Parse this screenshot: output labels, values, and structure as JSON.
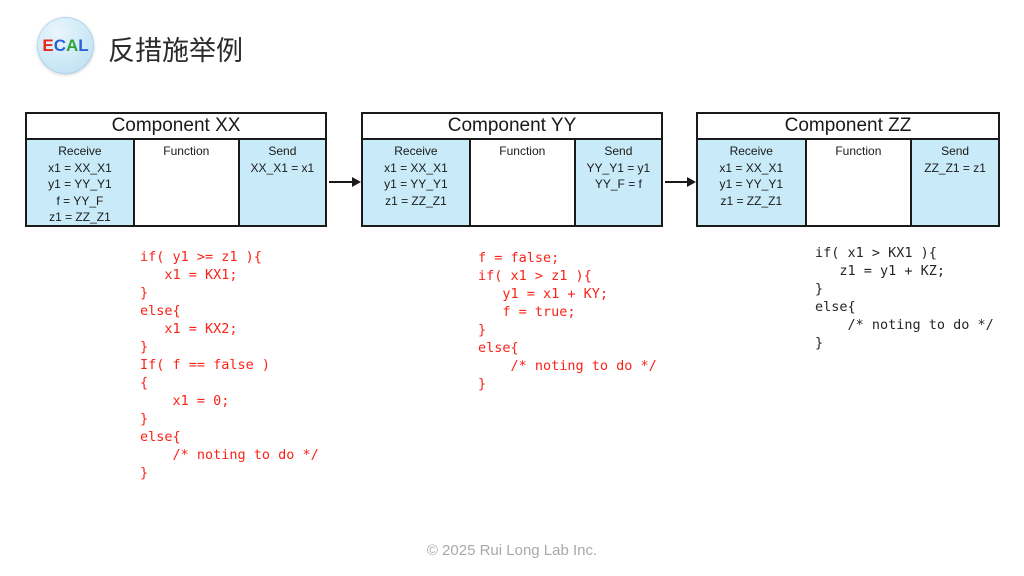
{
  "header": {
    "title": "反措施举例",
    "logo": {
      "letters": [
        "E",
        "C",
        "A",
        "L"
      ],
      "colors": [
        "#e8281e",
        "#2a62d8",
        "#2fa53c",
        "#2a62d8"
      ]
    }
  },
  "components": [
    {
      "title": "Component XX",
      "receive_label": "Receive",
      "receive_lines": [
        "x1 = XX_X1",
        "y1 = YY_Y1",
        "f = YY_F",
        "z1 = ZZ_Z1"
      ],
      "function_label": "Function",
      "send_label": "Send",
      "send_lines": [
        "XX_X1 = x1"
      ]
    },
    {
      "title": "Component YY",
      "receive_label": "Receive",
      "receive_lines": [
        "x1 = XX_X1",
        "y1 = YY_Y1",
        "z1 = ZZ_Z1"
      ],
      "function_label": "Function",
      "send_label": "Send",
      "send_lines": [
        "YY_Y1 = y1",
        "YY_F = f"
      ]
    },
    {
      "title": "Component ZZ",
      "receive_label": "Receive",
      "receive_lines": [
        "x1 = XX_X1",
        "y1 = YY_Y1",
        "z1 = ZZ_Z1"
      ],
      "function_label": "Function",
      "send_label": "Send",
      "send_lines": [
        "ZZ_Z1 = z1"
      ]
    }
  ],
  "code_blocks": [
    {
      "component": "XX",
      "color": "#fb2218",
      "lines": [
        "if( y1 >= z1 ){",
        "   x1 = KX1;",
        "}",
        "else{",
        "   x1 = KX2;",
        "}",
        "If( f == false )",
        "{",
        "    x1 = 0;",
        "}",
        "else{",
        "    /* noting to do */",
        "}"
      ]
    },
    {
      "component": "YY",
      "color": "#fb2218",
      "lines": [
        "f = false;",
        "if( x1 > z1 ){",
        "   y1 = x1 + KY;",
        "   f = true;",
        "}",
        "else{",
        "    /* noting to do */",
        "}"
      ]
    },
    {
      "component": "ZZ",
      "color": "#262626",
      "lines": [
        "if( x1 > KX1 ){",
        "   z1 = y1 + KZ;",
        "}",
        "else{",
        "    /* noting to do */",
        "}"
      ]
    }
  ],
  "footer": {
    "copyright": "© 2025 Rui Long Lab Inc."
  },
  "colors": {
    "cell_blue": "#c9eaf8",
    "border_black": "#1a1a1a",
    "code_red": "#fb2218",
    "code_black": "#262626",
    "footer_gray": "#a9a9a9"
  }
}
